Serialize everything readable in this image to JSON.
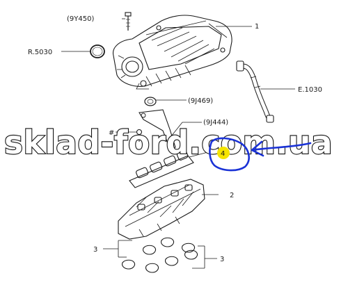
{
  "callouts": {
    "c_9y450": "(9Y450)",
    "c_1": "1",
    "c_r5030": "R.5030",
    "c_9j469": "(9J469)",
    "c_e1030": "E.1030",
    "c_9j444": "(9J444)",
    "c_hash": "#",
    "c_4": "4",
    "c_2": "2",
    "c_3a": "3",
    "c_3b": "3"
  },
  "watermark": "sklad-ford.com.ua",
  "colors": {
    "line": "#1a1a1a",
    "highlight_yellow": "#f5e400",
    "annotation_blue": "#1a32d6",
    "background": "#ffffff"
  }
}
